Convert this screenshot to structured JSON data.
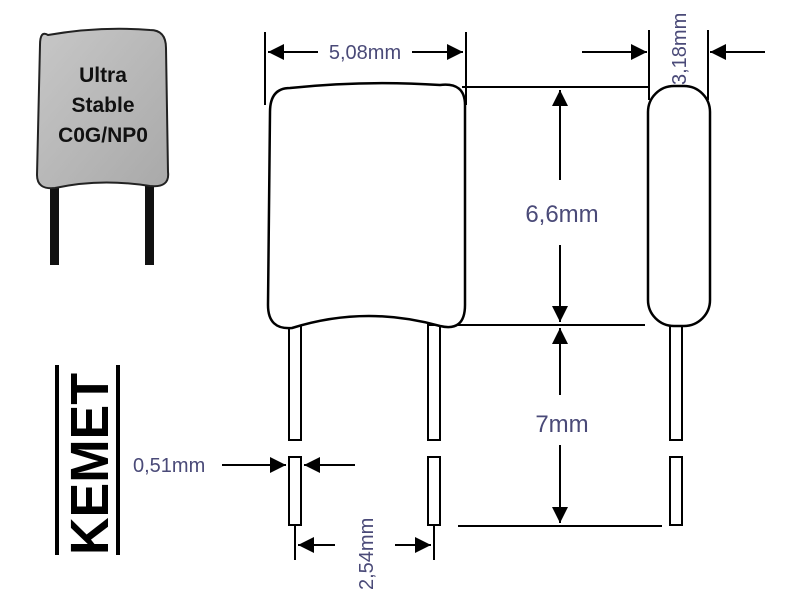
{
  "product_label": {
    "line1": "Ultra",
    "line2": "Stable",
    "line3": "C0G/NP0"
  },
  "brand": "KEMET",
  "dimensions": {
    "width": "5,08mm",
    "thickness": "3,18mm",
    "body_height": "6,6mm",
    "lead_length": "7mm",
    "lead_diameter": "0,51mm",
    "lead_spacing": "2,54mm"
  },
  "colors": {
    "body_gray": "#b8b8b8",
    "dimension_text": "#4a4a78",
    "outline": "#000000"
  }
}
